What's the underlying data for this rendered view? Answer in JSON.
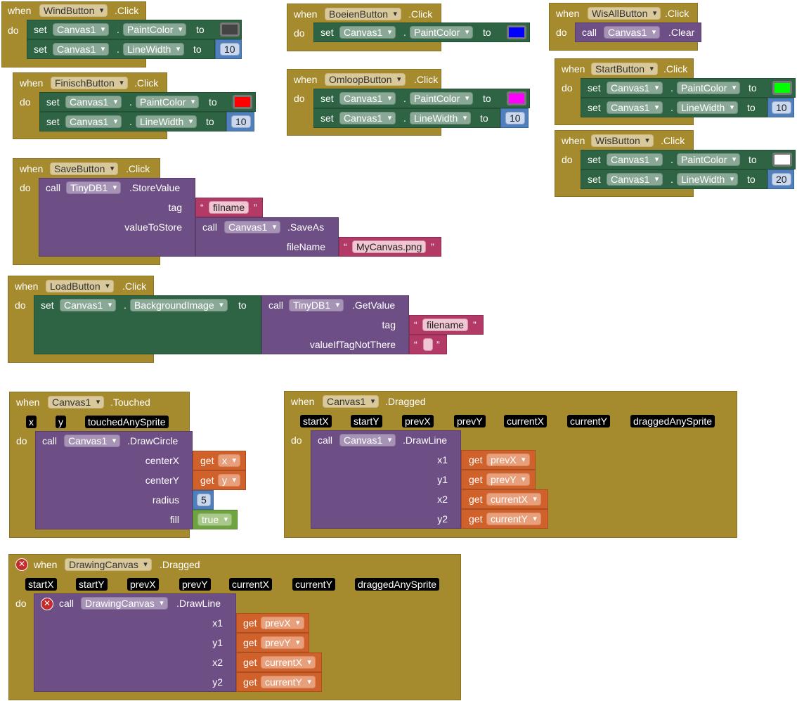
{
  "kw": {
    "when": "when",
    "do": "do",
    "set": "set",
    "call": "call",
    "to": "to",
    "get": "get",
    "dot": "."
  },
  "wind": {
    "comp": "WindButton",
    "event": ".Click",
    "set1_comp": "Canvas1",
    "set1_prop": "PaintColor",
    "set1_color": "#444444",
    "set2_comp": "Canvas1",
    "set2_prop": "LineWidth",
    "set2_val": "10"
  },
  "boeien": {
    "comp": "BoeienButton",
    "event": ".Click",
    "set1_comp": "Canvas1",
    "set1_prop": "PaintColor",
    "set1_color": "#0000ff"
  },
  "wisall": {
    "comp": "WisAllButton",
    "event": ".Click",
    "call_comp": "Canvas1",
    "call_method": ".Clear"
  },
  "finisch": {
    "comp": "FinischButton",
    "event": ".Click",
    "set1_comp": "Canvas1",
    "set1_prop": "PaintColor",
    "set1_color": "#ff0000",
    "set2_comp": "Canvas1",
    "set2_prop": "LineWidth",
    "set2_val": "10"
  },
  "omloop": {
    "comp": "OmloopButton",
    "event": ".Click",
    "set1_comp": "Canvas1",
    "set1_prop": "PaintColor",
    "set1_color": "#ff00ff",
    "set2_comp": "Canvas1",
    "set2_prop": "LineWidth",
    "set2_val": "10"
  },
  "start": {
    "comp": "StartButton",
    "event": ".Click",
    "set1_comp": "Canvas1",
    "set1_prop": "PaintColor",
    "set1_color": "#00ff00",
    "set2_comp": "Canvas1",
    "set2_prop": "LineWidth",
    "set2_val": "10"
  },
  "wis": {
    "comp": "WisButton",
    "event": ".Click",
    "set1_comp": "Canvas1",
    "set1_prop": "PaintColor",
    "set1_color": "#ffffff",
    "set2_comp": "Canvas1",
    "set2_prop": "LineWidth",
    "set2_val": "20"
  },
  "save": {
    "comp": "SaveButton",
    "event": ".Click",
    "call_comp": "TinyDB1",
    "call_method": ".StoreValue",
    "arg1": "tag",
    "tag_value": "filname",
    "arg2": "valueToStore",
    "inner_comp": "Canvas1",
    "inner_method": ".SaveAs",
    "inner_arg": "fileName",
    "inner_value": "MyCanvas.png"
  },
  "load": {
    "comp": "LoadButton",
    "event": ".Click",
    "set_comp": "Canvas1",
    "set_prop": "BackgroundImage",
    "call_comp": "TinyDB1",
    "call_method": ".GetValue",
    "arg1": "tag",
    "tag_value": "filename",
    "arg2": "valueIfTagNotThere"
  },
  "touched": {
    "comp": "Canvas1",
    "event": ".Touched",
    "params": [
      "x",
      "y",
      "touchedAnySprite"
    ],
    "call_comp": "Canvas1",
    "call_method": ".DrawCircle",
    "args": [
      "centerX",
      "centerY",
      "radius",
      "fill"
    ],
    "vals": [
      "x",
      "y",
      "5",
      "true"
    ]
  },
  "dragged": {
    "comp": "Canvas1",
    "event": ".Dragged",
    "params": [
      "startX",
      "startY",
      "prevX",
      "prevY",
      "currentX",
      "currentY",
      "draggedAnySprite"
    ],
    "call_comp": "Canvas1",
    "call_method": ".DrawLine",
    "args": [
      "x1",
      "y1",
      "x2",
      "y2"
    ],
    "vals": [
      "prevX",
      "prevY",
      "currentX",
      "currentY"
    ]
  },
  "dc": {
    "comp": "DrawingCanvas",
    "event": ".Dragged",
    "params": [
      "startX",
      "startY",
      "prevX",
      "prevY",
      "currentX",
      "currentY",
      "draggedAnySprite"
    ],
    "call_comp": "DrawingCanvas",
    "call_method": ".DrawLine",
    "args": [
      "x1",
      "y1",
      "x2",
      "y2"
    ],
    "vals": [
      "prevX",
      "prevY",
      "currentX",
      "currentY"
    ],
    "error_icon": "error-x-icon"
  },
  "colors": {
    "event": "#a68a2e",
    "set": "#2e6444",
    "call": "#6d4f86",
    "text": "#b33a66",
    "number": "#4f7fbd",
    "get": "#d0612a",
    "logic": "#6fa33f"
  }
}
